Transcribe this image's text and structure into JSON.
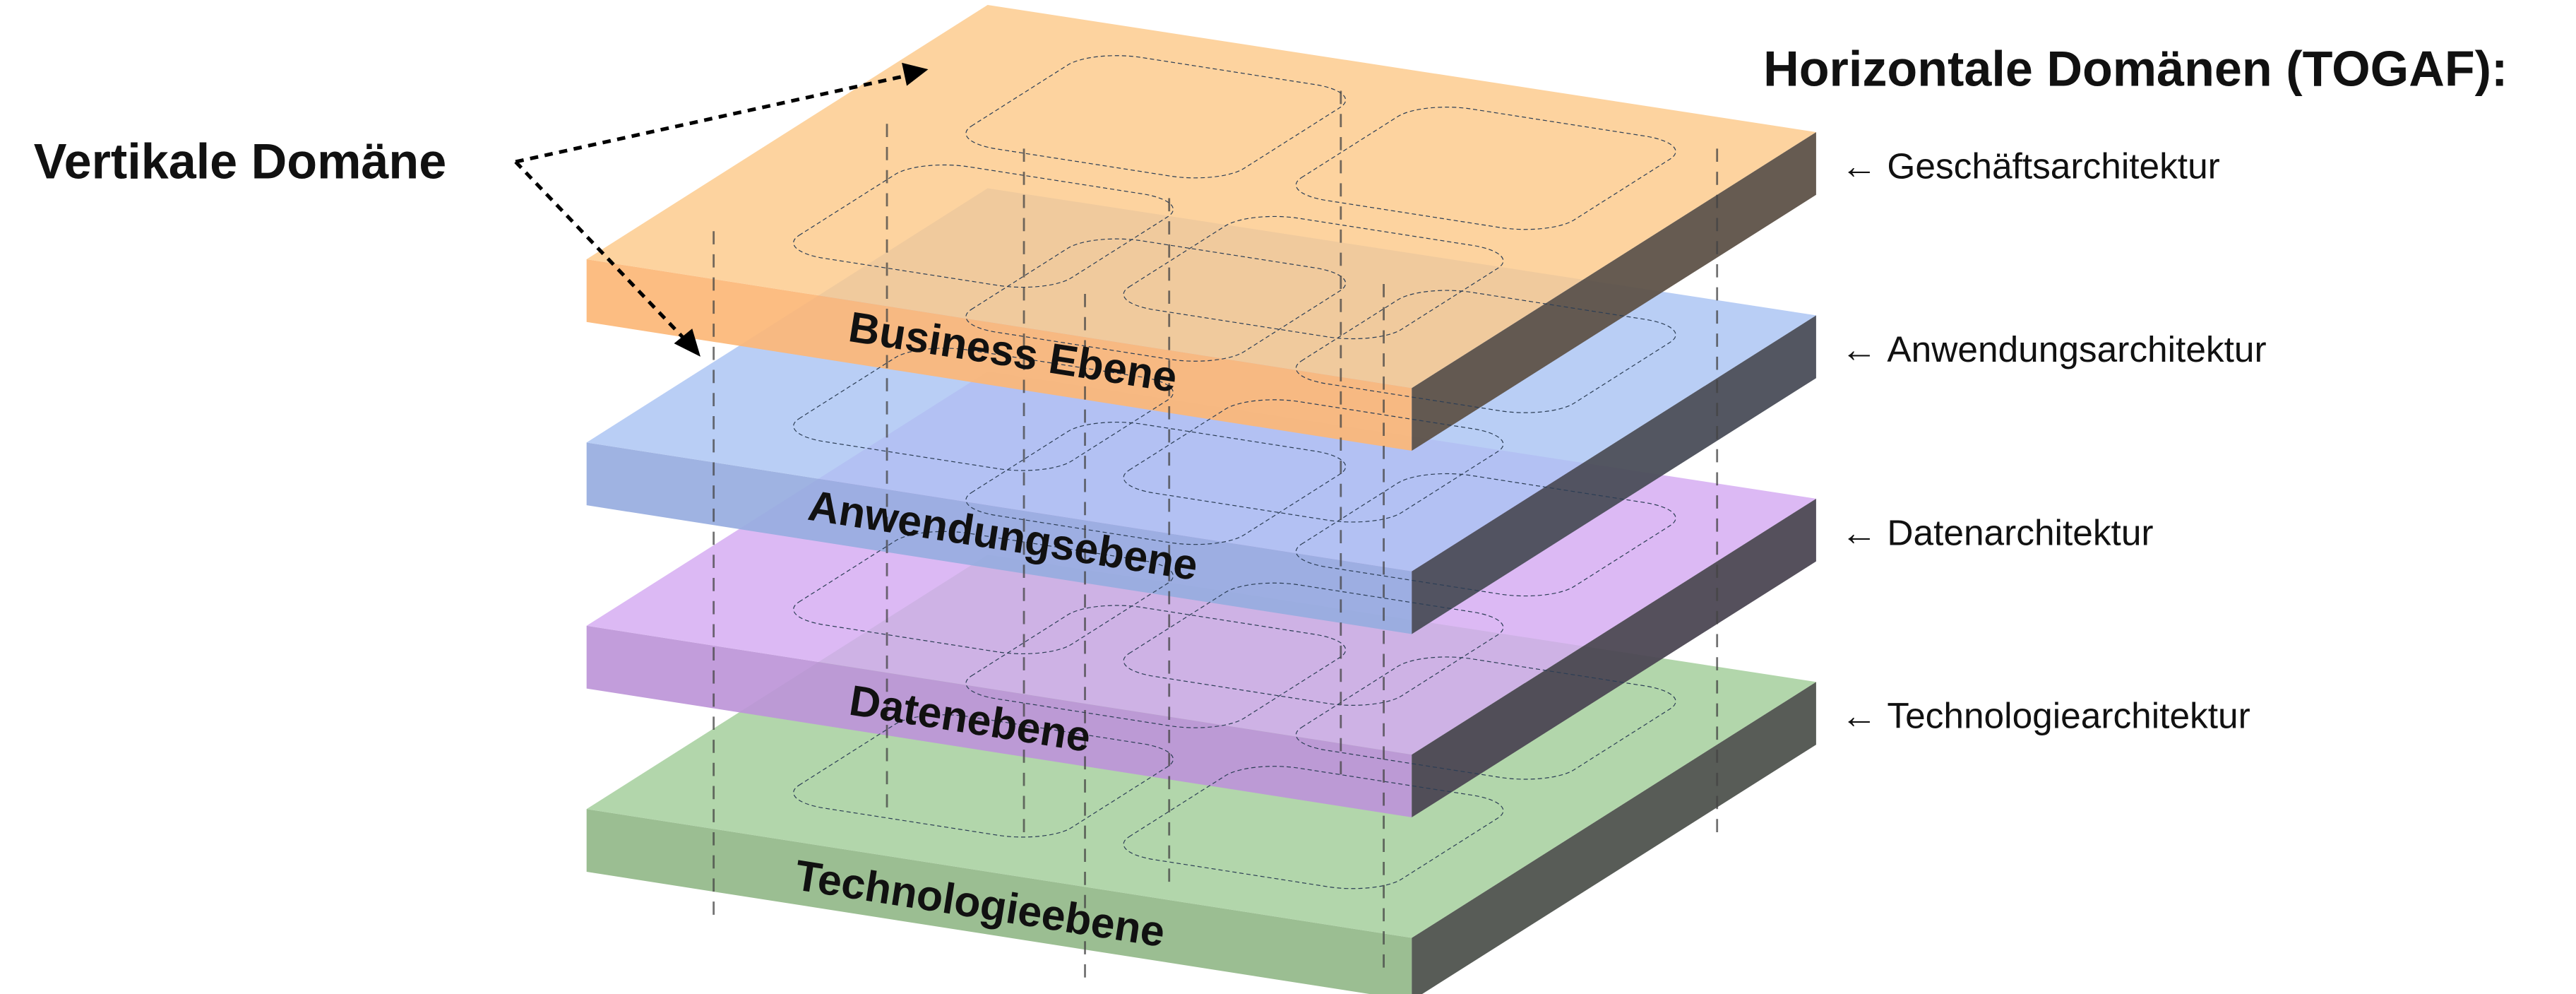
{
  "vertical_label": "Vertikale Domäne",
  "horizontal_title": "Horizontale Domänen (TOGAF):",
  "layers": [
    {
      "label": "Business Ebene",
      "architecture": "Geschäftsarchitektur",
      "top": "#fdc98a",
      "front": "#fcb777",
      "side": "#5e5248"
    },
    {
      "label": "Anwendungsebene",
      "architecture": "Anwendungsarchitektur",
      "top": "#a9c3f3",
      "front": "#97ace0",
      "side": "#4a4d58"
    },
    {
      "label": "Datenebene",
      "architecture": "Datenarchitektur",
      "top": "#d4a9f2",
      "front": "#bd95d8",
      "side": "#4c4753"
    },
    {
      "label": "Technologieebene",
      "architecture": "Technologiearchitektur",
      "top": "#a1cd99",
      "front": "#92b889",
      "side": "#4f534e"
    }
  ],
  "arrow_glyph": "←"
}
